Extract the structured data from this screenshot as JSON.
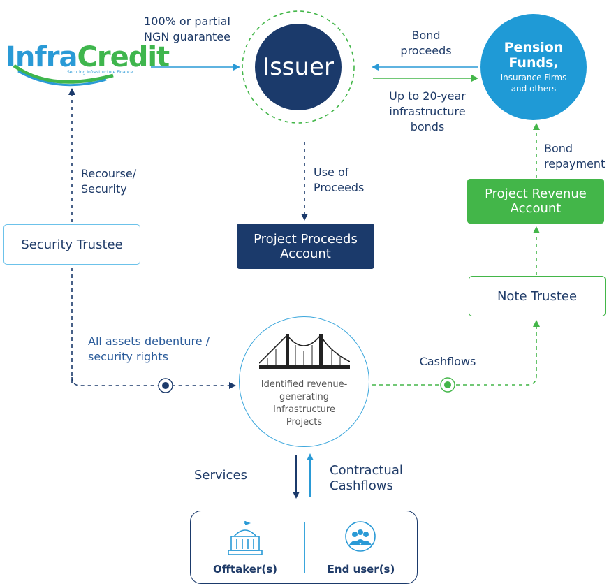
{
  "logo": {
    "brand_a": "Infra",
    "brand_b": "Credit",
    "tagline": "Securing Infrastructure Finance"
  },
  "nodes": {
    "issuer": "Issuer",
    "pension_title": "Pension Funds,",
    "pension_sub": "Insurance Firms and others",
    "project_proceeds": "Project Proceeds Account",
    "project_revenue": "Project Revenue Account",
    "security_trustee": "Security Trustee",
    "note_trustee": "Note Trustee",
    "projects": "Identified revenue-generating Infrastructure Projects",
    "offtakers": "Offtaker(s)",
    "end_users": "End user(s)"
  },
  "labels": {
    "guarantee": "100% or partial NGN guarantee",
    "bond_proceeds": "Bond proceeds",
    "infra_bonds": "Up to 20-year infrastructure bonds",
    "bond_repayment": "Bond repayment",
    "use_of_proceeds": "Use of Proceeds",
    "recourse": "Recourse/ Security",
    "debenture": "All assets debenture / security rights",
    "cashflows": "Cashflows",
    "services": "Services",
    "contractual_cashflows": "Contractual Cashflows"
  },
  "colors": {
    "navy": "#1b3a6b",
    "sky": "#1f9ad6",
    "green": "#43b649",
    "light_blue": "#3aa6dc"
  },
  "icons": [
    "bridge-icon",
    "government-building-icon",
    "people-group-icon"
  ]
}
